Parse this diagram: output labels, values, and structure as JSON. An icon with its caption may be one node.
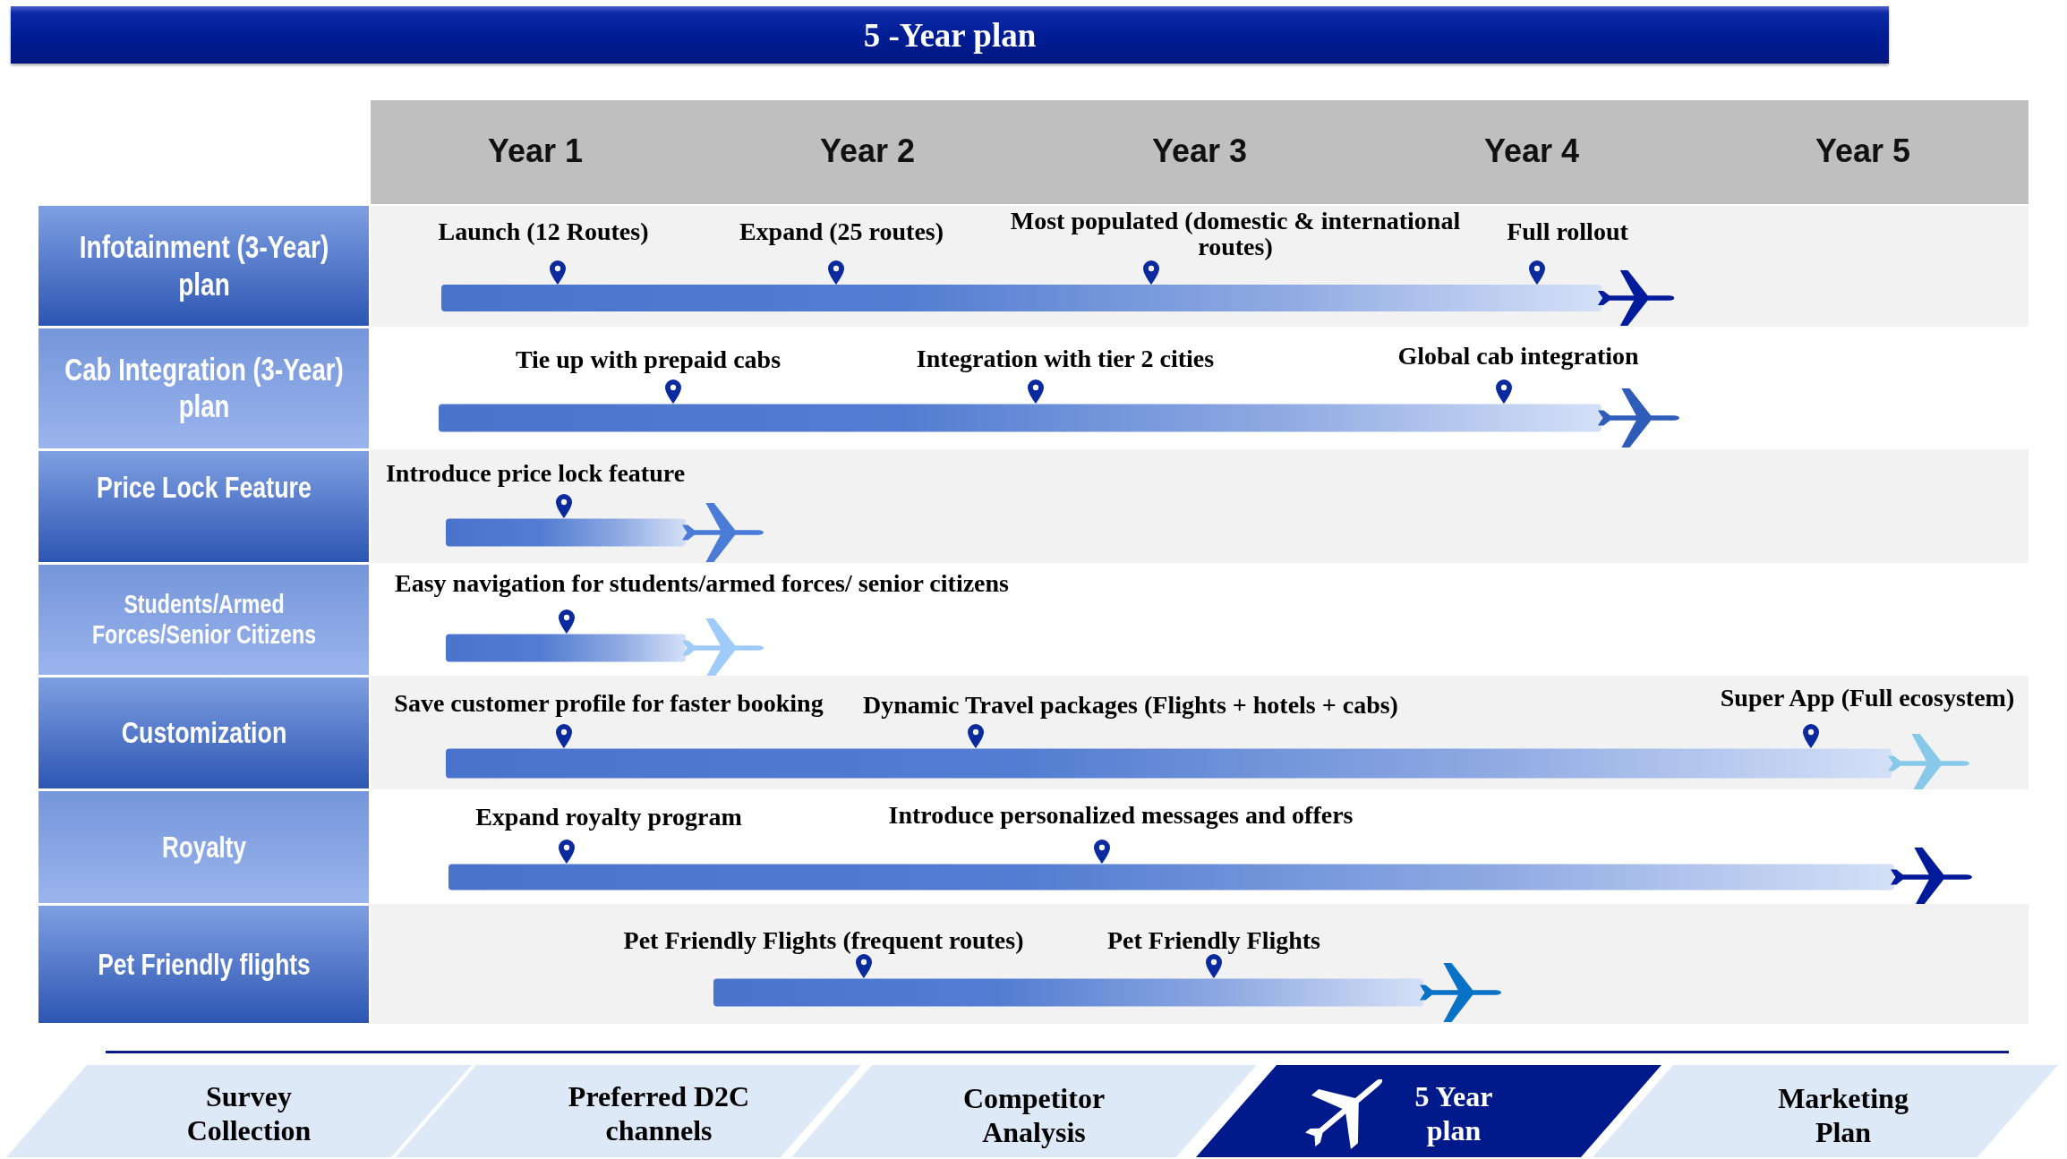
{
  "diagram": {
    "title": "5 -Year plan",
    "nodes": [
      {
        "text": [
          "Year 1",
          "Year 2",
          "Year 3",
          "Year 4",
          "Year 5"
        ]
      },
      {
        "text": [
          "Infotainment (3-Year) plan"
        ]
      },
      {
        "text": [
          "Launch (12 Routes)",
          "Expand (25 routes)",
          "Most populated (domestic & international routes)",
          "Full rollout"
        ]
      },
      {
        "text": [],
        "shape": "bar",
        "in": 2
      },
      {
        "text": [
          "Cab Integration (3-Year) plan"
        ]
      },
      {
        "text": [
          "Tie up with prepaid cabs",
          "Integration with tier 2 cities",
          "Global cab integration"
        ]
      },
      {
        "text": [],
        "shape": "bar",
        "in": 5
      },
      {
        "text": [
          "Price Lock Feature"
        ]
      },
      {
        "text": [
          "Introduce price lock feature"
        ]
      },
      {
        "text": [],
        "shape": "bar",
        "in": 8
      },
      {
        "text": [
          "Students/Armed Forces/Senior Citizens"
        ]
      },
      {
        "text": [
          "Easy navigation for students/armed forces/ senior citizens"
        ]
      },
      {
        "text": [],
        "shape": "bar",
        "in": 11
      },
      {
        "text": [
          "Customization"
        ]
      },
      {
        "text": [
          "Save customer profile for faster booking",
          "Dynamic Travel packages (Flights + hotels + cabs)",
          "Super App (Full ecosystem)"
        ]
      },
      {
        "text": [],
        "shape": "bar",
        "in": 14
      },
      {
        "text": [
          "Royalty"
        ]
      },
      {
        "text": [
          "Expand royalty program",
          "Introduce personalized messages and offers"
        ]
      },
      {
        "text": [],
        "shape": "bar",
        "in": 17
      },
      {
        "text": [
          "Pet Friendly flights"
        ]
      },
      {
        "text": [
          "Pet Friendly Flights (frequent routes)",
          "Pet Friendly Flights"
        ]
      },
      {
        "text": [],
        "shape": "bar",
        "in": 20
      },
      {
        "text": [
          "Survey Collection"
        ]
      },
      {
        "text": [
          "Preferred D2C channels"
        ]
      },
      {
        "text": [
          "Competitor Analysis"
        ]
      },
      {
        "text": [
          "5 Year plan"
        ]
      },
      {
        "text": [
          "Marketing Plan"
        ]
      }
    ]
  }
}
